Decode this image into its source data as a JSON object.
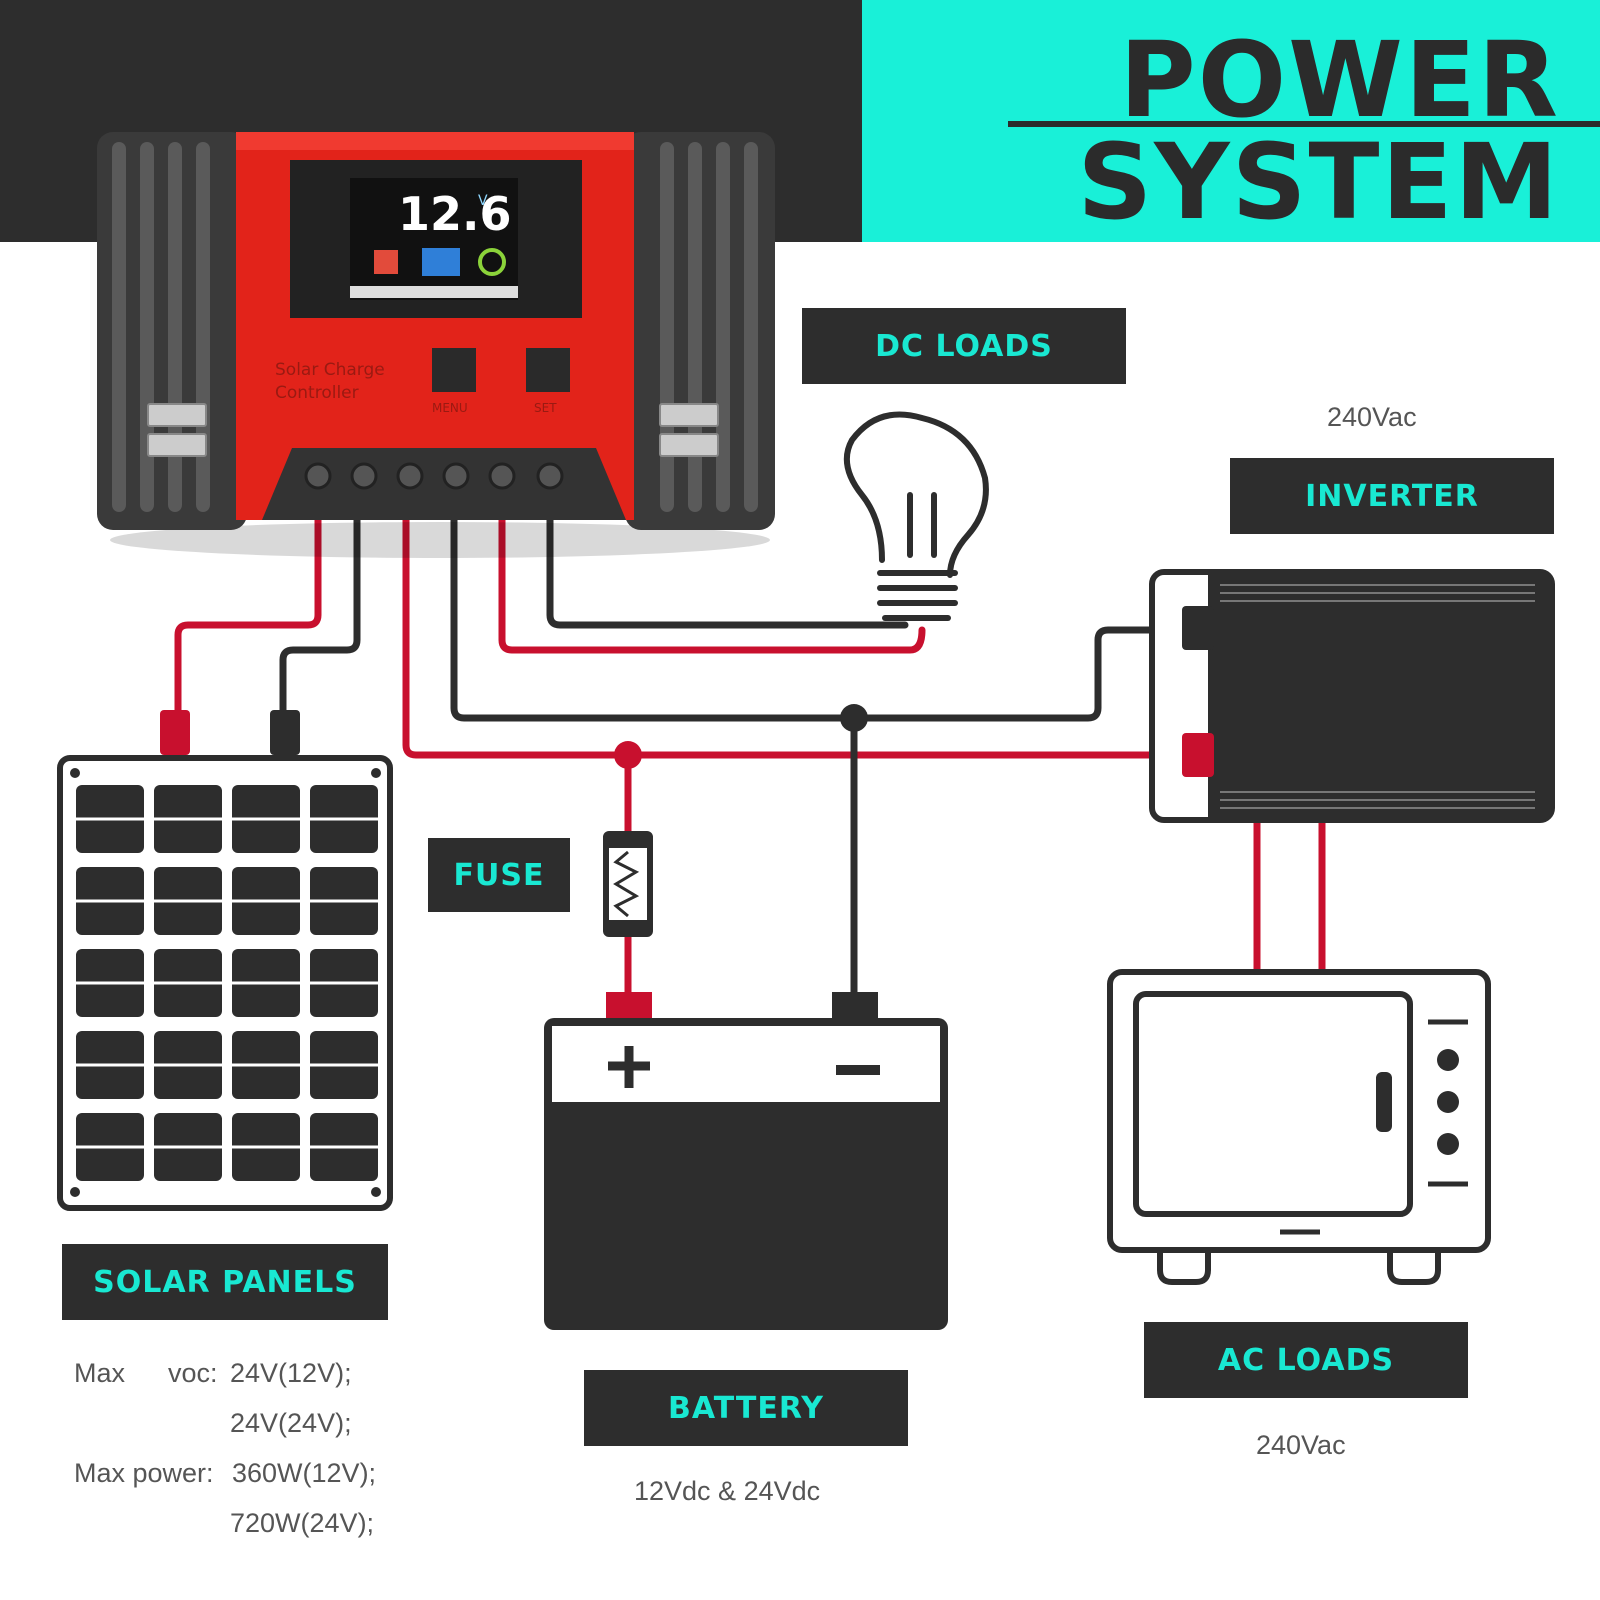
{
  "title": {
    "line1": "POWER",
    "line2": "SYSTEM"
  },
  "controller": {
    "display_value": "12.6",
    "display_unit": "V",
    "brand_text_line1": "Solar  Charge",
    "brand_text_line2": "Controller",
    "menu_label": "MENU",
    "set_label": "SET"
  },
  "labels": {
    "dc_loads": "DC LOADS",
    "inverter": "INVERTER",
    "fuse": "FUSE",
    "solar_panels": "SOLAR PANELS",
    "battery": "BATTERY",
    "ac_loads": "AC LOADS"
  },
  "notes": {
    "inverter_voltage": "240Vac",
    "battery_voltage": "12Vdc & 24Vdc",
    "ac_loads_voltage": "240Vac"
  },
  "solar_specs": {
    "row1_label": "Max",
    "row1_key": "voc:",
    "row1_value": "24V(12V);",
    "row2_value": "24V(24V);",
    "row3_label": "Max power:",
    "row3_value": "360W(12V);",
    "row4_value": "720W(24V);"
  },
  "battery_symbols": {
    "plus": "+",
    "minus": "−"
  },
  "colors": {
    "accent": "#19f0d8",
    "dark": "#2d2d2d",
    "wire_red": "#c8102e",
    "controller_red": "#e2231a"
  }
}
